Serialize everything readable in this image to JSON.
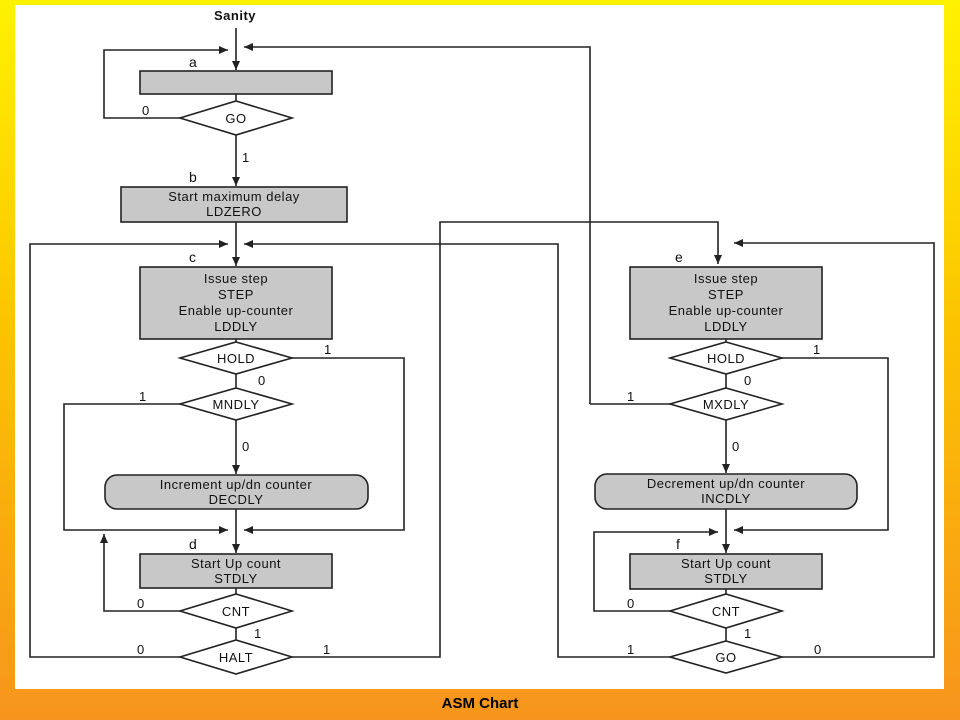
{
  "caption": "ASM Chart",
  "entry_label": "Sanity",
  "state_labels": {
    "a": "a",
    "b": "b",
    "c": "c",
    "d": "d",
    "e": "e",
    "f": "f"
  },
  "blocks": {
    "b": [
      "Start maximum delay",
      "LDZERO"
    ],
    "c": [
      "Issue step",
      "STEP",
      "Enable up-counter",
      "LDDLY"
    ],
    "dec_left": [
      "Increment up/dn counter",
      "DECDLY"
    ],
    "d": [
      "Start Up count",
      "STDLY"
    ],
    "e": [
      "Issue step",
      "STEP",
      "Enable up-counter",
      "LDDLY"
    ],
    "inc_right": [
      "Decrement up/dn counter",
      "INCDLY"
    ],
    "f": [
      "Start Up count",
      "STDLY"
    ]
  },
  "decisions": {
    "go_top": "GO",
    "hold_left": "HOLD",
    "mndly": "MNDLY",
    "cnt_left": "CNT",
    "halt": "HALT",
    "hold_right": "HOLD",
    "mxdly": "MXDLY",
    "cnt_right": "CNT",
    "go_bottom": "GO"
  },
  "branch_values": {
    "go_top_false": "0",
    "go_top_true": "1",
    "hold_left_true": "1",
    "hold_left_false": "0",
    "mndly_true": "1",
    "mndly_false": "0",
    "cnt_left_false": "0",
    "cnt_left_true": "1",
    "halt_false": "0",
    "halt_true": "1",
    "hold_right_true": "1",
    "hold_right_false": "0",
    "mxdly_true": "1",
    "mxdly_false": "0",
    "cnt_right_false": "0",
    "cnt_right_true": "1",
    "go_bottom_true": "1",
    "go_bottom_false": "0"
  }
}
